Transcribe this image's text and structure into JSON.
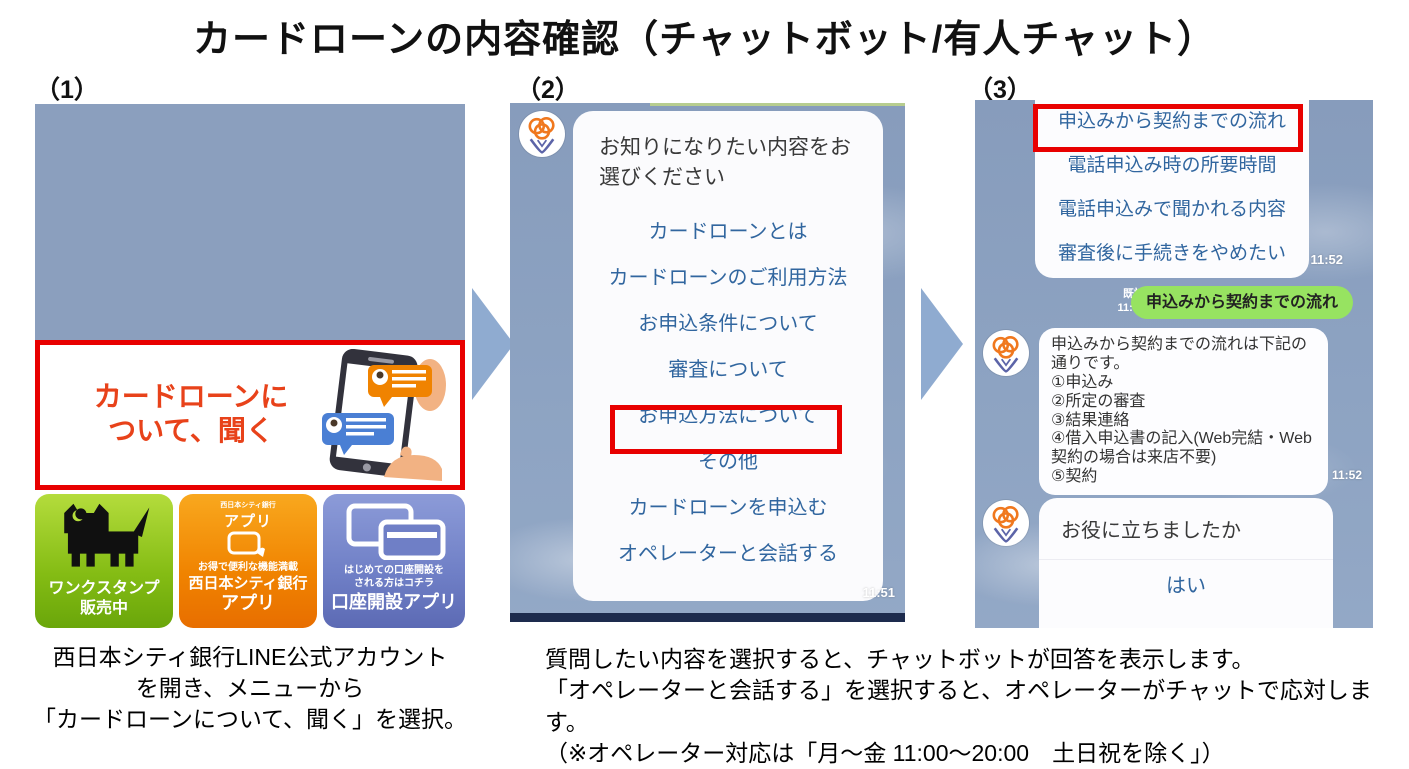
{
  "title": "カードローンの内容確認（チャットボット/有人チャット）",
  "colors": {
    "highlight_red": "#e80000",
    "link_blue": "#31669f",
    "chat_bg": "#8da3c2",
    "bubble_green": "#97e361",
    "banner_yellow": "#fcc800"
  },
  "panel1": {
    "label": "（1）",
    "banner": {
      "text_line1": "カードローンに",
      "text_line2": "ついて、聞く"
    },
    "apps": [
      {
        "line1": "ワンクスタンプ",
        "line2": "販売中"
      },
      {
        "tagline": "お得で便利な機能満載",
        "line1": "西日本シティ銀行",
        "line2": "アプリ",
        "graphic_tiny": "西日本シティ銀行",
        "graphic_label": "アプリ"
      },
      {
        "tagline1": "はじめての口座開設を",
        "tagline2": "される方はコチラ",
        "line1": "口座開設アプリ"
      }
    ],
    "caption_line1": "西日本シティ銀行LINE公式アカウント",
    "caption_line2": "を開き、メニューから",
    "caption_line3": "「カードローンについて、聞く」を選択。"
  },
  "panel2": {
    "label": "（2）",
    "bot_message": "お知りになりたい内容をお選びください",
    "options": [
      "カードローンとは",
      "カードローンのご利用方法",
      "お申込条件について",
      "審査について",
      "お申込方法について",
      "その他",
      "カードローンを申込む",
      "オペレーターと会話する"
    ],
    "highlighted_option": "お申込方法について",
    "timestamp": "11:51"
  },
  "panel3": {
    "label": "（3）",
    "options": [
      "申込みから契約までの流れ",
      "電話申込み時の所要時間",
      "電話申込みで聞かれる内容",
      "審査後に手続きをやめたい"
    ],
    "highlighted_option": "申込みから契約までの流れ",
    "options_timestamp": "11:52",
    "user_message": {
      "read_label": "既読",
      "time": "11:52",
      "text": "申込みから契約までの流れ"
    },
    "bot_reply": {
      "text": "申込みから契約までの流れは下記の\n通りです。\n①申込み\n②所定の審査\n③結果連絡\n④借入申込書の記入(Web完結・Web\n契約の場合は来店不要)\n⑤契約",
      "time": "11:52"
    },
    "feedback": {
      "question": "お役に立ちましたか",
      "option": "はい"
    }
  },
  "caption2": {
    "line1": "質問したい内容を選択すると、チャットボットが回答を表示します。",
    "line2": "「オペレーターと会話する」を選択すると、オペレーターがチャットで応対します。",
    "line3": "（※オペレーター対応は「月～金 11:00～20:00　土日祝を除く」）"
  }
}
